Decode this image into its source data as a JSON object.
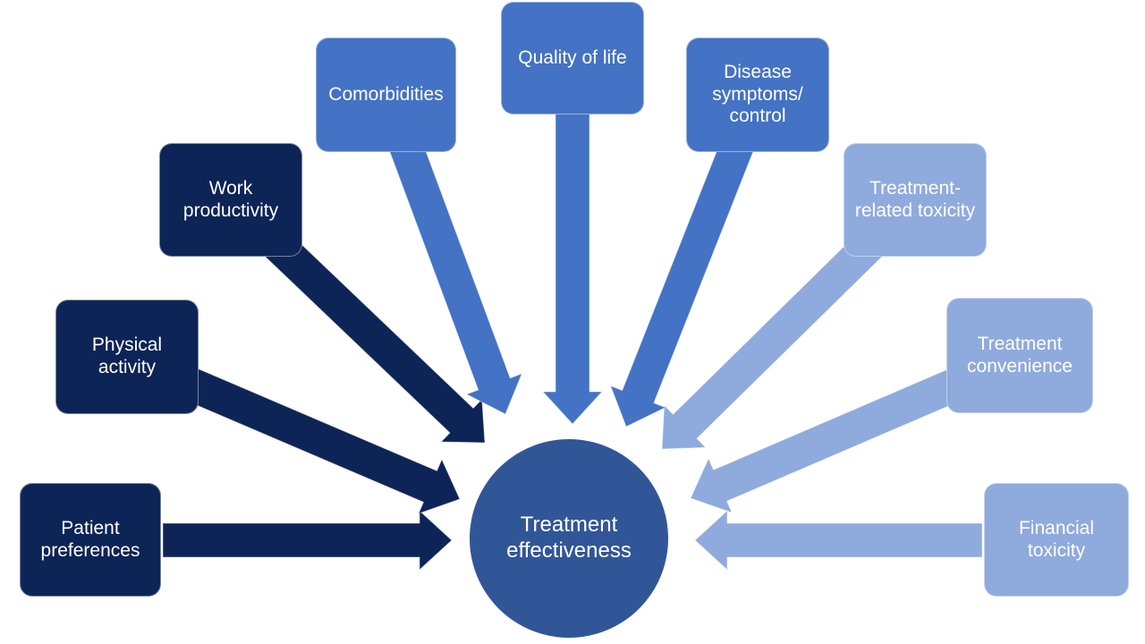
{
  "title": "Factors influencing treatment effectiveness diagram",
  "colors": {
    "background": "#ffffff",
    "dark_navy": "#0d2456",
    "medium_blue": "#4472c4",
    "light_blue": "#8faadc",
    "center_blue": "#315698",
    "text": "#ffffff"
  },
  "center": {
    "label": "Treatment effectiveness"
  },
  "nodes": [
    {
      "id": "patient-preferences",
      "label": "Patient preferences",
      "tone": "dark"
    },
    {
      "id": "physical-activity",
      "label": "Physical activity",
      "tone": "dark"
    },
    {
      "id": "work-productivity",
      "label": "Work productivity",
      "tone": "dark"
    },
    {
      "id": "comorbidities",
      "label": "Comorbidities",
      "tone": "medium"
    },
    {
      "id": "quality-of-life",
      "label": "Quality of life",
      "tone": "medium"
    },
    {
      "id": "disease-symptoms-control",
      "label": "Disease symptoms/ control",
      "tone": "medium"
    },
    {
      "id": "treatment-related-toxicity",
      "label": "Treatment- related toxicity",
      "tone": "light"
    },
    {
      "id": "treatment-convenience",
      "label": "Treatment convenience",
      "tone": "light"
    },
    {
      "id": "financial-toxicity",
      "label": "Financial toxicity",
      "tone": "light"
    }
  ]
}
